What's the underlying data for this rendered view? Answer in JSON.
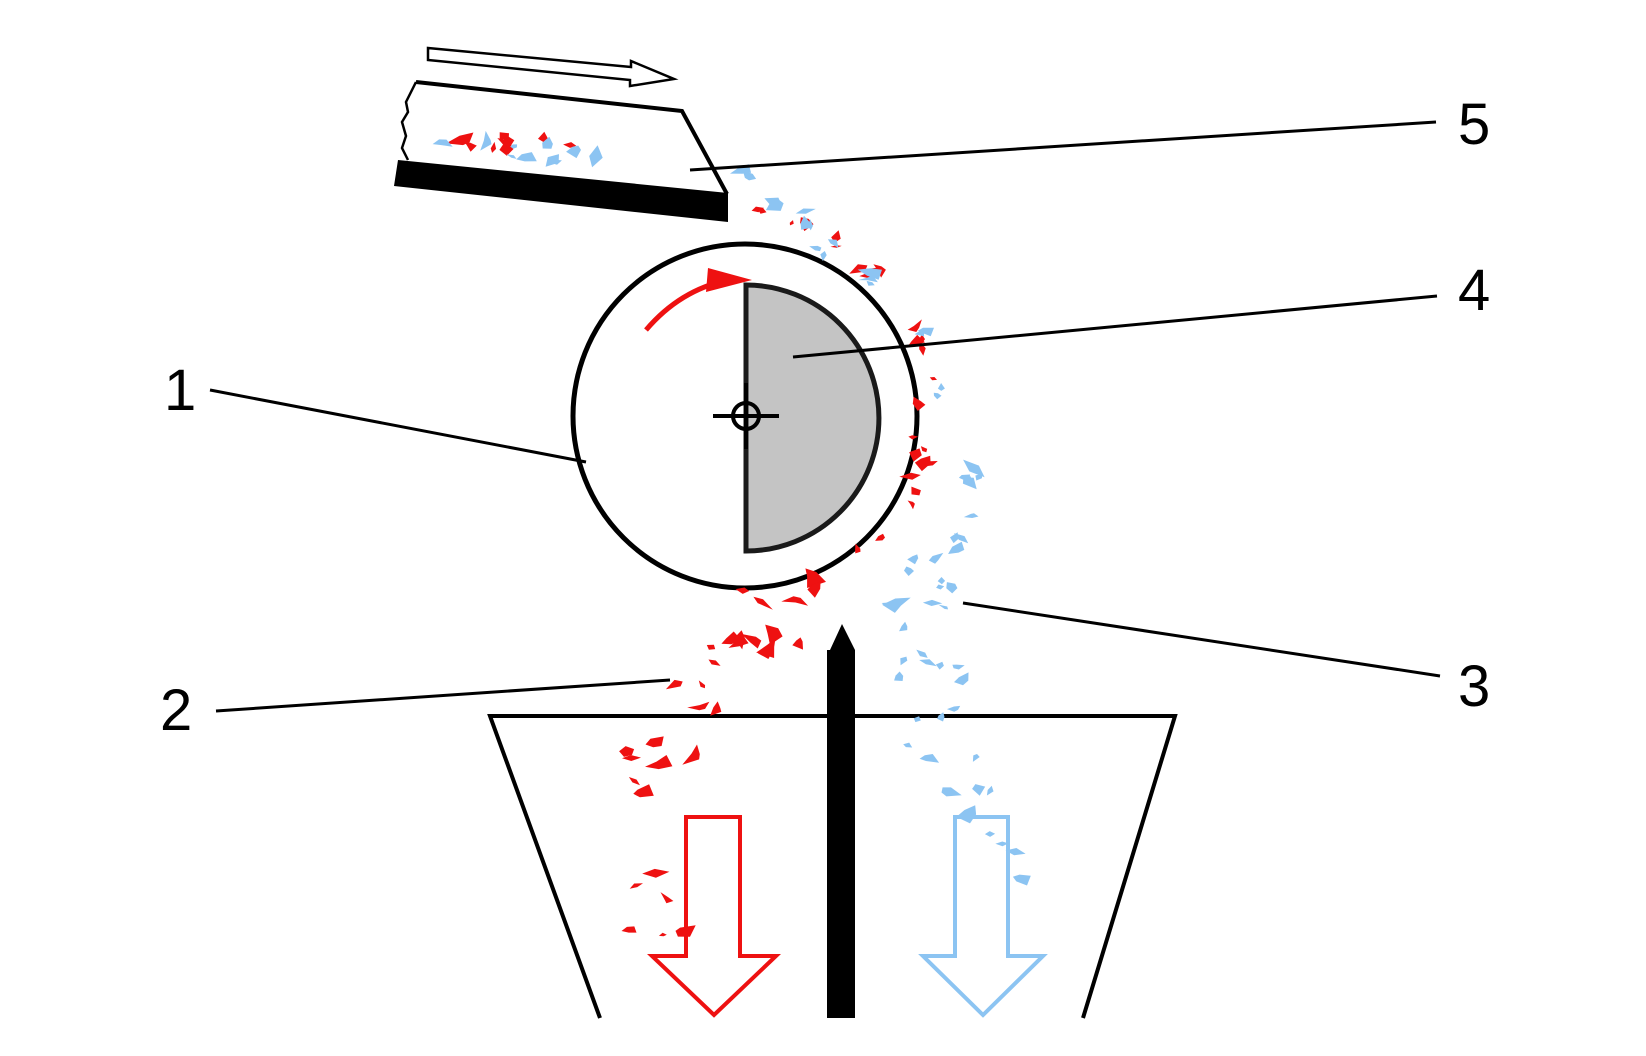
{
  "labels": {
    "drum": "1",
    "nonmagnetic_fraction": "2",
    "magnetic_fraction": "3",
    "magnet_system": "4",
    "feed_material": "5"
  },
  "colors": {
    "background": "#ffffff",
    "outline": "#000000",
    "particle_red": "#ee1111",
    "particle_blue": "#8cc4f2",
    "magnet_fill": "#c4c4c4"
  }
}
